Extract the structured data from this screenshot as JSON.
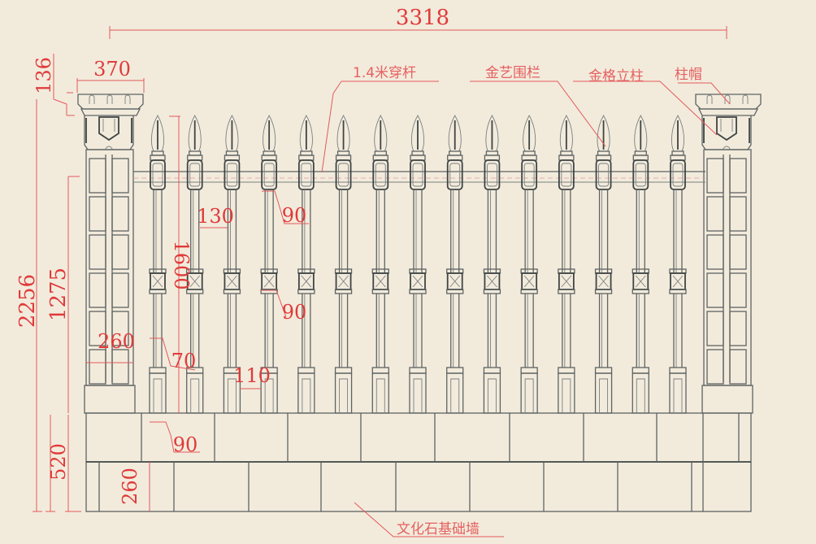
{
  "drawing": {
    "background": "#f2ebdc",
    "line_color": "#5e6363",
    "dimension_color": "#e03a3a",
    "picket_count": 15
  },
  "dimensions": {
    "total_width": "3318",
    "post_cap_width": "370",
    "cap_height": "136",
    "total_height": "2256",
    "post_body_height": "1275",
    "fence_height": "1600",
    "picket_spacing": "130",
    "picket_top_width": "90",
    "picket_mid_width": "90",
    "post_shaft_width": "260",
    "picket_base_height": "70",
    "picket_gap": "110",
    "picket_base_width": "90",
    "foundation_height": "520",
    "stone_course_height": "260"
  },
  "labels": {
    "rail": "1.4米穿杆",
    "fence": "金艺围栏",
    "post": "金格立柱",
    "cap": "柱帽",
    "foundation": "文化石基础墙"
  }
}
